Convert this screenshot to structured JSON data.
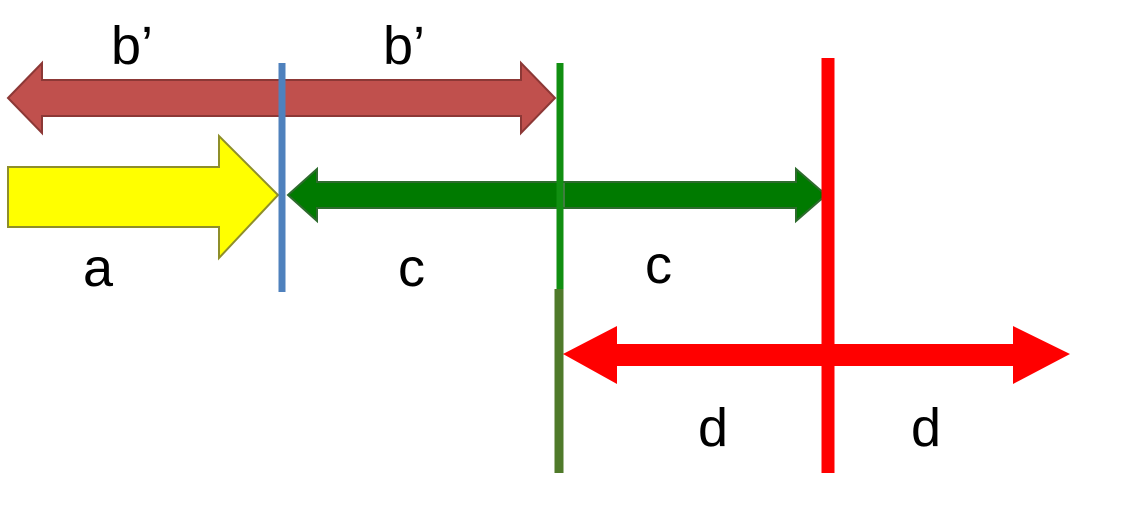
{
  "labels": {
    "b_left": "b’",
    "b_right": "b’",
    "a": "a",
    "c_left": "c",
    "c_right": "c",
    "d_left": "d",
    "d_right": "d"
  },
  "colors": {
    "arrow_b": "#C0504D",
    "arrow_b_outline": "#8C3836",
    "arrow_a": "#FFFF00",
    "arrow_a_outline": "#8E8E2A",
    "arrow_c": "#007A00",
    "arrow_d": "#FF0000",
    "line_blue": "#4F81BD",
    "line_green": "#118F11",
    "line_olive": "#4F7A2A",
    "line_red": "#FF0000"
  }
}
